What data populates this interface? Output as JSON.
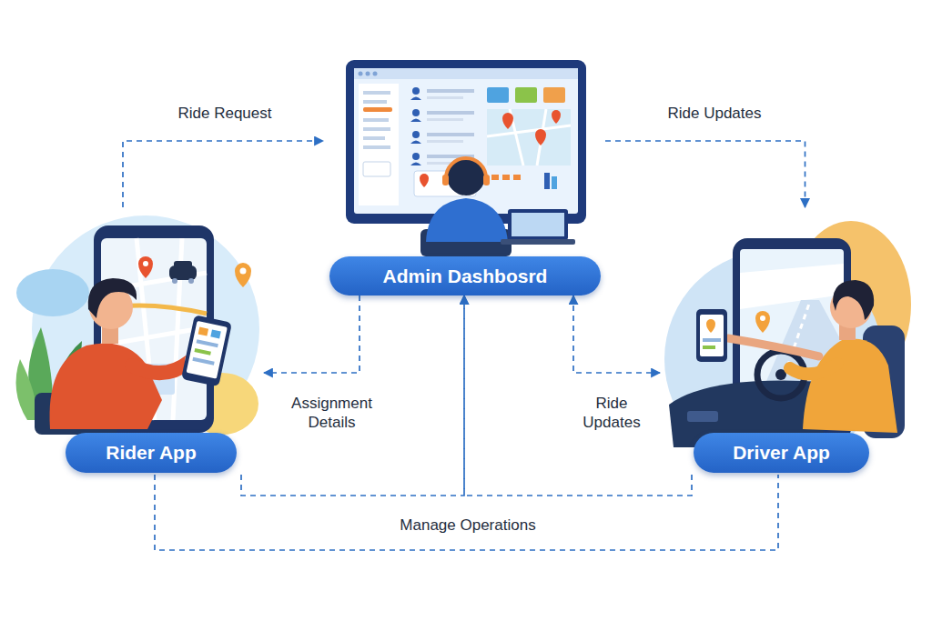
{
  "diagram": {
    "nodes": [
      {
        "text": [
          "Admin Dashbosrd"
        ]
      },
      {
        "text": [
          "Rider App"
        ]
      },
      {
        "text": [
          "Driver App"
        ]
      }
    ],
    "edges": [
      {
        "from": 1,
        "to": 0,
        "label": "Ride Request",
        "arrow": "to"
      },
      {
        "from": 0,
        "to": 2,
        "label": "Ride Updates",
        "arrow": "to"
      },
      {
        "from": 0,
        "to": 1,
        "label": "Assignment Details",
        "arrow": "to"
      },
      {
        "from": 0,
        "to": 2,
        "label": "Ride Updates",
        "arrow": "both"
      },
      {
        "from": 1,
        "to": 0,
        "arrow": "to"
      },
      {
        "from": 2,
        "to": 0,
        "arrow": "to"
      },
      {
        "from": 1,
        "to": 2,
        "label": "Manage Operations",
        "arrow": "none"
      }
    ]
  }
}
